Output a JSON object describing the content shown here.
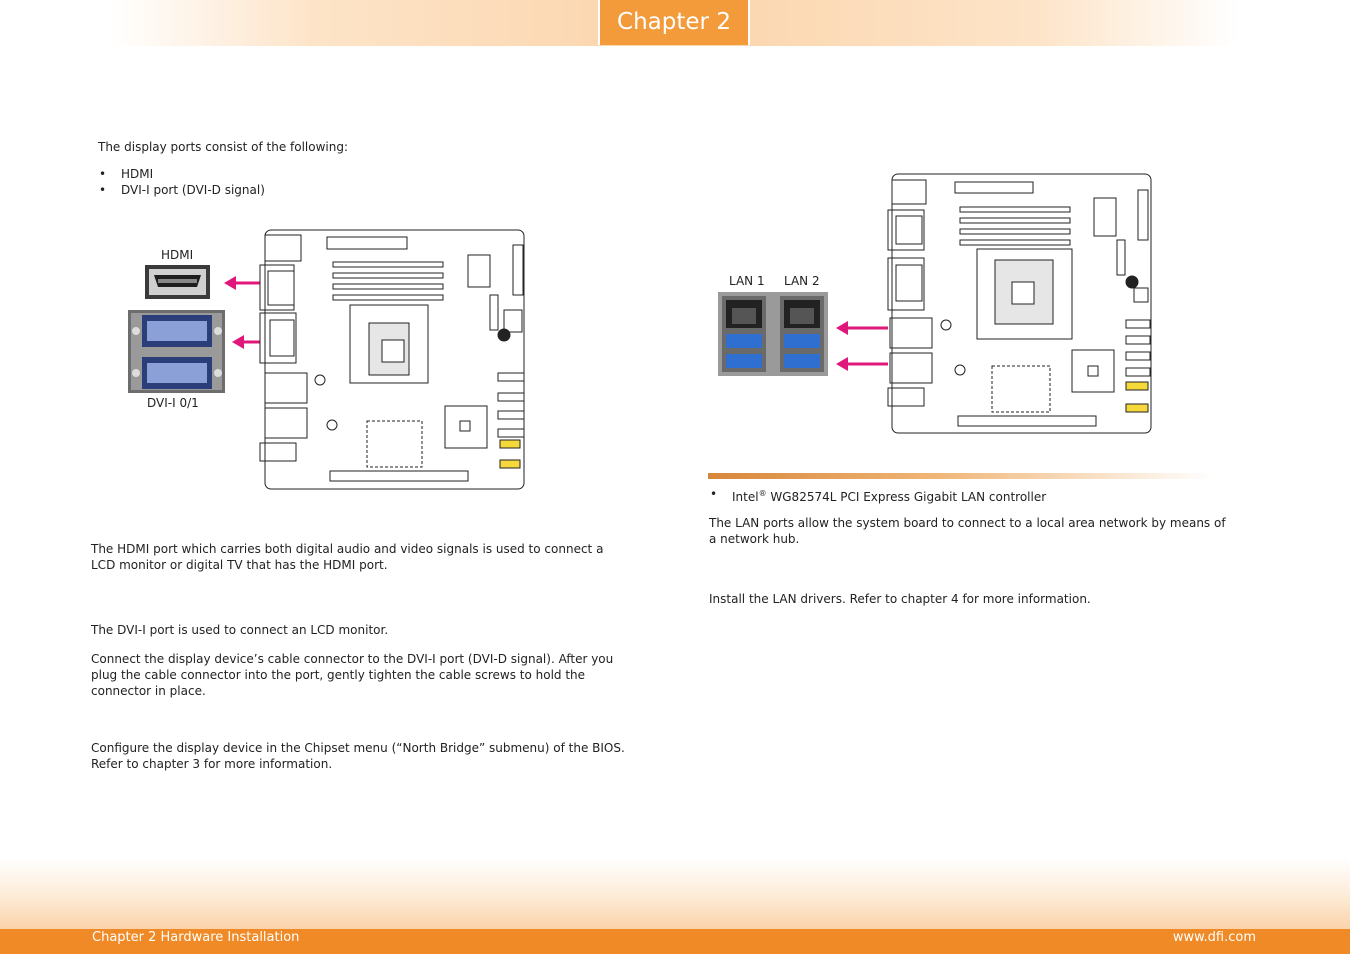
{
  "header": {
    "chapter_tab": "Chapter 2"
  },
  "left": {
    "intro": "The display ports consist of the following:",
    "ports": [
      "HDMI",
      "DVI-I port (DVI-D signal)"
    ],
    "label_hdmi": "HDMI",
    "label_dvi": "DVI-I 0/1",
    "hdmi_desc": "The HDMI port which carries both digital audio and video signals is used to connect a LCD monitor or digital TV that has the HDMI port.",
    "dvi_desc": "The DVI-I port is used to connect an LCD monitor.",
    "connect_desc": "Connect the display device’s cable connector to the DVI-I port (DVI-D signal). After you plug the cable connector into the port, gently tighten the cable screws to hold the connector in place.",
    "bios_desc": "Configure the display device in the Chipset menu (“North Bridge” submenu) of the BIOS. Refer to chapter 3 for more information."
  },
  "right": {
    "label_lan1": "LAN 1",
    "label_lan2": "LAN 2",
    "controller_name": "Intel",
    "controller_reg": "®",
    "controller_rest": " WG82574L PCI Express Gigabit LAN controller",
    "lan_desc": "The LAN ports allow the system board to connect to a local area network by means of a network hub.",
    "driver_desc": "Install the LAN drivers. Refer to chapter 4 for more information."
  },
  "footer": {
    "left": "Chapter 2 Hardware Installation",
    "right": "www.dfi.com"
  },
  "colors": {
    "accent": "#f39a3a",
    "arrow": "#e0177a",
    "footer": "#f08a26"
  }
}
